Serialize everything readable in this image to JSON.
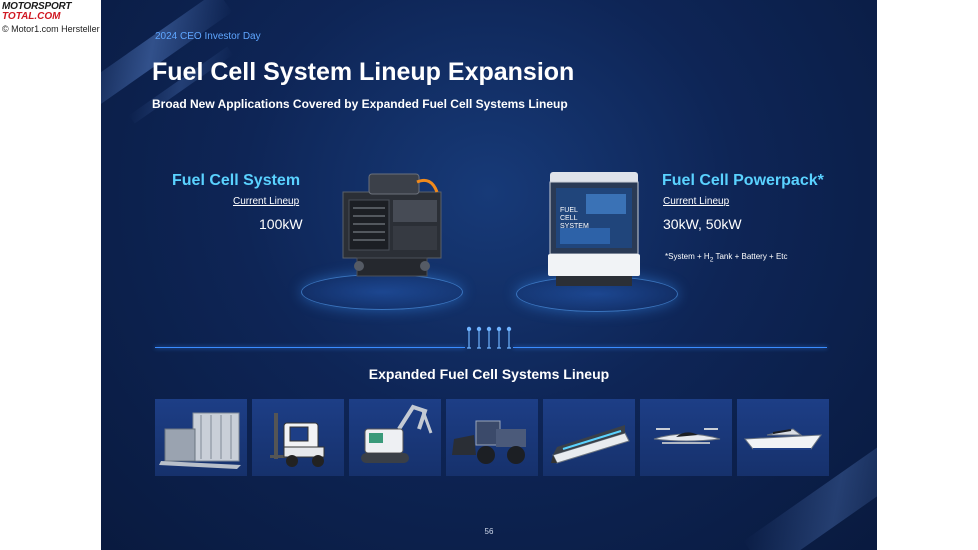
{
  "watermark": {
    "logo_line1": "MOTORSPORT",
    "logo_line2": "TOTAL.COM",
    "credit": "© Motor1.com Hersteller"
  },
  "slide": {
    "event": "2024 CEO Investor Day",
    "title": "Fuel Cell System Lineup Expansion",
    "subtitle": "Broad New Applications Covered by Expanded Fuel Cell Systems Lineup",
    "left": {
      "name": "Fuel Cell System",
      "label": "Current  Lineup",
      "value": "100kW",
      "image": "fuel-cell-system-module"
    },
    "right": {
      "name": "Fuel Cell Powerpack*",
      "label": "Current Lineup",
      "value": "30kW, 50kW",
      "image": "fuel-cell-powerpack-unit",
      "pack_text": [
        "FUEL",
        "CELL",
        "SYSTEM"
      ],
      "footnote_prefix": "*System + H",
      "footnote_sub": "2",
      "footnote_suffix": " Tank  + Battery  + Etc"
    },
    "section_title": "Expanded Fuel Cell Systems Lineup",
    "applications": [
      "stationary-generator",
      "forklift",
      "excavator",
      "wheel-loader",
      "tram",
      "urban-air-mobility",
      "yacht"
    ],
    "page_number": "56"
  },
  "colors": {
    "accent_cyan": "#5ad2ff",
    "event_blue": "#5fa6ff",
    "background": "#0e2556",
    "line_blue": "#3a8cff"
  }
}
